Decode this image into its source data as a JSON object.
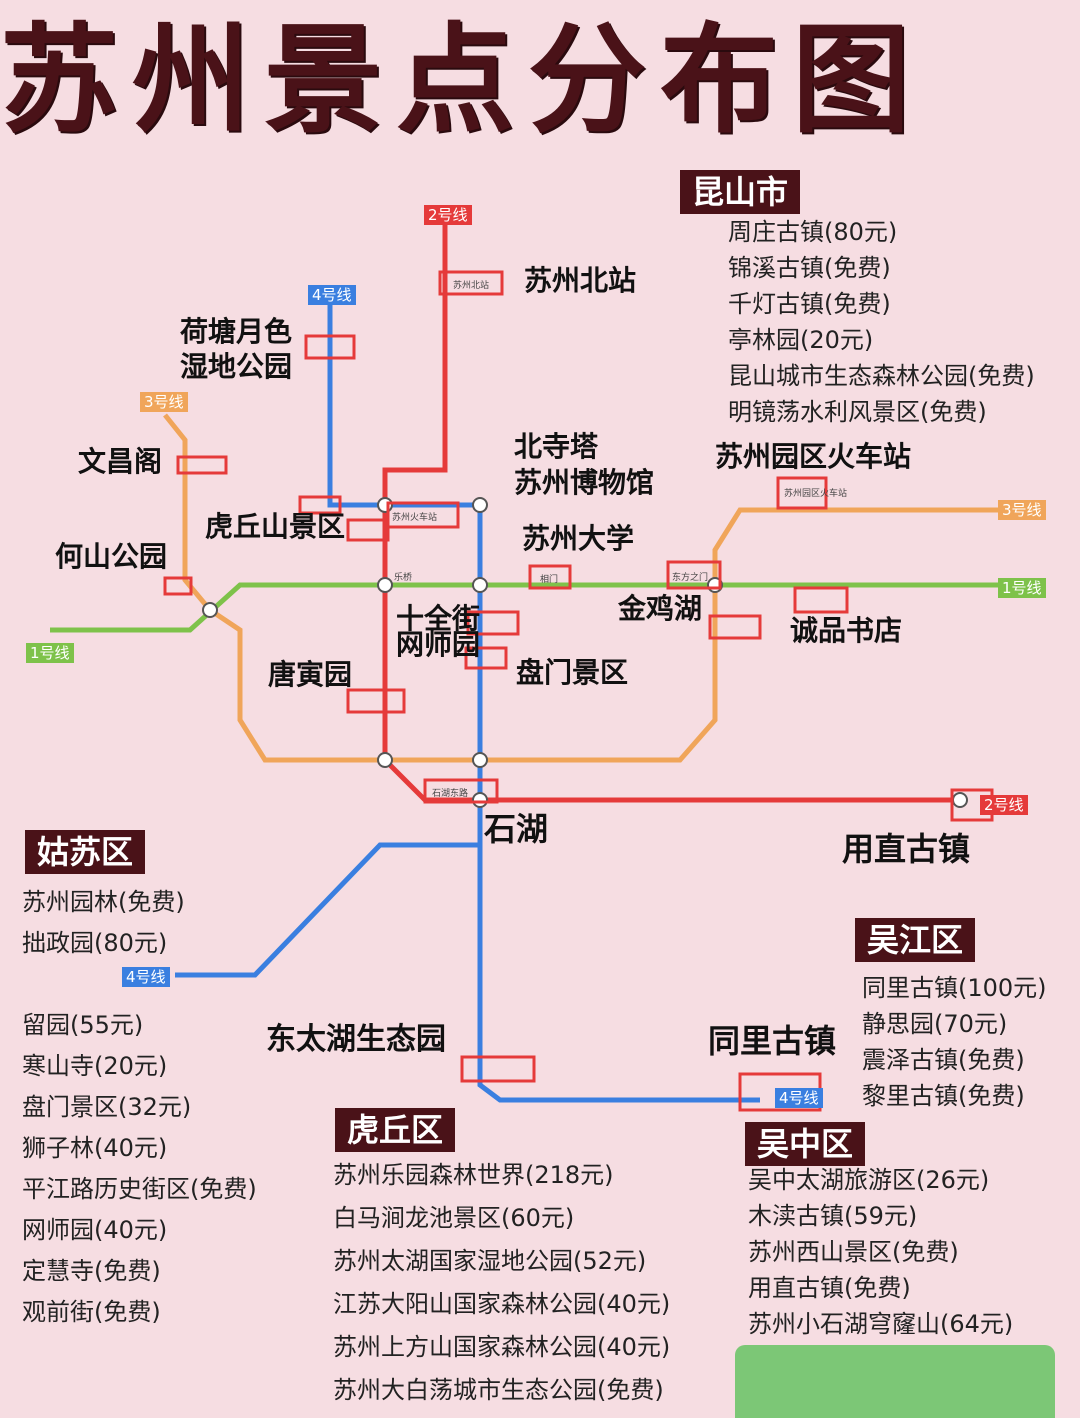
{
  "title": "苏州景点分布图",
  "colors": {
    "line1": "#7ec24a",
    "line2": "#e53a3a",
    "line3": "#f0a55a",
    "line4": "#3a7fe0",
    "tag": "#4a1218",
    "bg": "#f6dde2"
  },
  "line_badges": {
    "l2_top": "2号线",
    "l4_top": "4号线",
    "l3_left": "3号线",
    "l1_left": "1号线",
    "l3_right": "3号线",
    "l1_right": "1号线",
    "l2_right": "2号线",
    "l4_bottom": "4号线",
    "l4_left": "4号线"
  },
  "poi": {
    "suzhou_north": "苏州北站",
    "hetang1": "荷塘月色",
    "hetang2": "湿地公园",
    "wenchang": "文昌阁",
    "huqiu": "虎丘山景区",
    "heshan": "何山公园",
    "beisi1": "北寺塔",
    "beisi2": "苏州博物馆",
    "suda": "苏州大学",
    "park_station": "苏州园区火车站",
    "jinji": "金鸡湖",
    "chengpin": "诚品书店",
    "shiquan1": "十全街",
    "shiquan2": "网师园",
    "tangyin": "唐寅园",
    "panmen": "盘门景区",
    "shihu": "石湖",
    "luzhi": "用直古镇",
    "dongtaihu": "东太湖生态园",
    "tongli": "同里古镇"
  },
  "districts": {
    "kunshan": {
      "name": "昆山市",
      "items": [
        "周庄古镇(80元)",
        "锦溪古镇(免费)",
        "千灯古镇(免费)",
        "亭林园(20元)",
        "昆山城市生态森林公园(免费)",
        "明镜荡水利风景区(免费)"
      ]
    },
    "gusu": {
      "name": "姑苏区",
      "items_a": [
        "苏州园林(免费)",
        "拙政园(80元)"
      ],
      "items_b": [
        "留园(55元)",
        "寒山寺(20元)",
        "盘门景区(32元)",
        "狮子林(40元)",
        "平江路历史街区(免费)",
        "网师园(40元)",
        "定慧寺(免费)",
        "观前街(免费)"
      ]
    },
    "wujiang": {
      "name": "吴江区",
      "items": [
        "同里古镇(100元)",
        "静思园(70元)",
        "震泽古镇(免费)",
        "黎里古镇(免费)"
      ]
    },
    "huqiu": {
      "name": "虎丘区",
      "items": [
        "苏州乐园森林世界(218元)",
        "白马涧龙池景区(60元)",
        "苏州太湖国家湿地公园(52元)",
        "江苏大阳山国家森林公园(40元)",
        "苏州上方山国家森林公园(40元)",
        "苏州大白荡城市生态公园(免费)"
      ]
    },
    "wuzhong": {
      "name": "吴中区",
      "items": [
        "吴中太湖旅游区(26元)",
        "木渎古镇(59元)",
        "苏州西山景区(免费)",
        "用直古镇(免费)",
        "苏州小石湖穹窿山(64元)"
      ]
    }
  },
  "stations": {
    "suzhou_north": "苏州北站",
    "suzhou_station": "苏州火车站",
    "park_station": "苏州园区火车站",
    "shihu_east": "石湖东路",
    "leqiao": "乐桥",
    "dongfang": "东方之门",
    "xiangmen": "相门"
  }
}
